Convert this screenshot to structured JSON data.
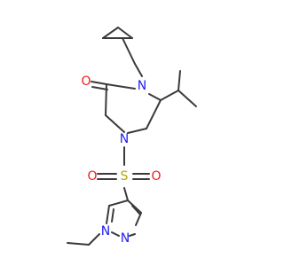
{
  "colors": {
    "carbon": "#3a3a3a",
    "nitrogen": "#1e1ef0",
    "oxygen": "#ee1c1c",
    "sulfur": "#b5a800",
    "background": "#ffffff"
  },
  "atoms": {
    "oxygen_carbonyl": "O",
    "nitrogen_ring_amide": "N",
    "nitrogen_ring_sulfonyl": "N",
    "sulfur": "S",
    "oxygen_sulfonyl_left": "O",
    "oxygen_sulfonyl_right": "O",
    "nitrogen_pyrazole_1": "N",
    "nitrogen_pyrazole_2": "N"
  }
}
